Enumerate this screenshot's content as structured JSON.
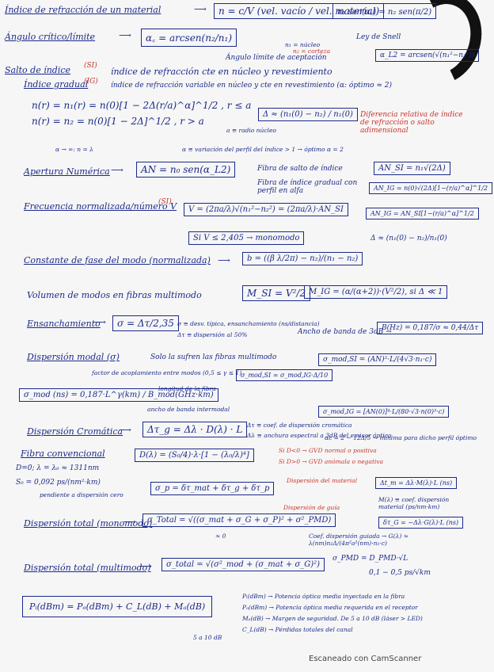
{
  "rows": {
    "r1": {
      "t": "Índice de refracción de un material",
      "f": "n = c/V (vel. vacío / vel. material)",
      "f2": "n₁ sen(α꜀) = n₂ sen(π/2)",
      "note": "Ley de Snell"
    },
    "r2": {
      "t": "Ángulo crítico/límite",
      "f": "α꜀ = arcsen(n₂/n₁)",
      "n1": "n₁ = núcleo",
      "n2": "n₂ = corteza",
      "f2": "α_L2 = arcsen(√(n₁²−n₂²))",
      "note": "Ángulo límite de aceptación"
    },
    "r3": {
      "t": "Salto de índice",
      "tag": "(SI)",
      "d": "índice de refracción cte en núcleo y revestimiento"
    },
    "r4": {
      "t": "Índice gradual",
      "tag": "(IG)",
      "d": "índice de refracción variable en núcleo y cte en revestimiento (α: óptimo ≈ 2)"
    },
    "r5": {
      "f1": "n(r) = n₁(r) = n(0)[1 − 2Δ(r/a)^α]^1/2 , r ≤ a",
      "f2": "n(r) = n₂ = n(0)[1 − 2Δ]^1/2 , r > a",
      "a": "a ≡ radio núcleo",
      "delta": "Δ ≈ (n₁(0) − n₂) / n₁(0)",
      "dd": "Diferencia relativa de índice de refracción o salto adimensional"
    },
    "r6": {
      "a": "α → ∞: n = λ",
      "b": "α ≡ variación del perfil del índice > 1 → óptimo α = 2"
    },
    "r7": {
      "t": "Apertura Numérica",
      "f": "AN = n₀ sen(α_L2)",
      "a": "Fibra de salto de índice",
      "b": "AN_SI = n₁√(2Δ)",
      "c": "Fibra de índice gradual con perfil en alfa",
      "d": "AN_IG = n(0)√(2Δ)[1−(r/a)^α]^1/2"
    },
    "r8": {
      "t": "Frecuencia normalizada/número V",
      "tag": "(SI)",
      "f": "V = (2πa/λ)√(n₁²−n₂²) = (2πa/λ)·AN_SI",
      "c": "Si V ≤ 2,405 → monomodo",
      "d": "AN_IG = AN_SI[1−(r/a)^α]^1/2",
      "e": "Δ ≈ (n₁(0) − n₂)/n₁(0)"
    },
    "r9": {
      "t": "Constante de fase del modo (normalizada)",
      "f": "b = ((β λ/2π) − n₂)/(n₁ − n₂)"
    },
    "r10": {
      "t": "Volumen de modos en fibras multimodo",
      "f": "M_SI = V²/2",
      "g": "M_IG = (α/(α+2))·(V²/2), si Δ ≪ 1"
    },
    "r11": {
      "t": "Ensanchamiento",
      "f": "σ = Δτ/2,35",
      "a": "σ ≡ desv. típica, ensanchamiento (ns/distancia)",
      "b": "Δτ ≡ dispersión al 50%",
      "c": "Ancho de banda de 3dB →",
      "d": "B(Hz) = 0,187/σ ≈ 0,44/Δτ"
    },
    "r12": {
      "t": "Dispersión modal (σ)",
      "a": "Solo la sufren las fibras multimodo",
      "b": "σ_mod,SI = (AN)²·L/(4√3·n₁·c)",
      "c": "factor de acoplamiento entre modos (0,5 ≤ γ ≤ 1)",
      "d": "σ_mod,SI ≈ σ_mod,IG·Δ/10",
      "e": "longitud de la fibra",
      "f": "σ_mod (ns) = 0,187·L^γ(km) / B_mod(GHz·km)",
      "g": "ancho de banda intermodal",
      "h": "σ_mod,IG = [AN(0)]⁴·L/(80·√3·n(0)³·c)",
      "i": "αc = 2 − 12Δ/5 → mínima para dicho perfil óptimo"
    },
    "r13": {
      "t": "Dispersión Cromática",
      "f": "Δτ_g = Δλ · D(λ) · L",
      "a": "Δτ ≡ coef. de dispersión cromática",
      "b": "Δλ ≡ anchura espectral a 3dB del emisor óptico",
      "c": "Si D<0 → GVD normal o positiva",
      "d": "Si D>0 → GVD anómala o negativa"
    },
    "r14": {
      "t": "Fibra convencional",
      "a": "D=0; λ = λ₀ ≈ 1311nm",
      "f": "D(λ) = (S₀/4)·λ·[1 − (λ₀/λ)⁴]",
      "s": "S₀ = 0,092 ps/(nm²·km)",
      "p": "pendiente a dispersión cero"
    },
    "r15": {
      "f": "σ_p = δτ_mat + δτ_g + δτ_p",
      "a": "Dispersión del material",
      "b": "Δt_m = Δλ·M(λ)·L (ns)",
      "c": "Dispersión de guía",
      "d": "M(λ) ≡ coef. dispersión material (ps/nm·km)",
      "e": "δτ_G = −Δλ·G(λ)·L (ns)",
      "g": "Coef. dispersión guiada → G(λ) ≈ λ(nm)n₂Δ/(4π²a²(nm)·n₁·c)"
    },
    "r16": {
      "t": "Dispersión total (monomodo)",
      "f": "σ_Total = √((σ_mat + σ_G + σ_P)² + σ²_PMD)",
      "z": "≈ 0",
      "pmd": "σ_PMD = D_PMD·√L",
      "pmdv": "0,1 − 0,5 ps/√km"
    },
    "r17": {
      "t": "Dispersión total (multimodo)",
      "f": "σ_total = √(σ²_mod + (σ_mat + σ_G)²)"
    },
    "r18": {
      "f": "Pᵢ(dBm) = Pₒ(dBm) + C_L(dB) + Mₐ(dB)",
      "a": "Pᵢ(dBm) → Potencia óptica media inyectada en la fibra",
      "b": "Pₒ(dBm) → Potencia óptica media requerida en el receptor",
      "c": "Mₐ(dB) → Margen de seguridad. De 5 a 10 dB (láser > LED)",
      "d": "C_L(dB) → Pérdidas totales del canal",
      "e": "5 a 10 dB"
    }
  },
  "footer": "Escaneado con CamScanner"
}
